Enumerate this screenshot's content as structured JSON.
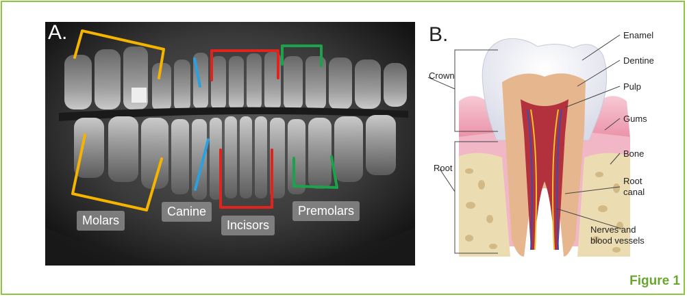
{
  "panels": {
    "a": {
      "letter": "A.",
      "labels": {
        "molars": "Molars",
        "canine": "Canine",
        "incisors": "Incisors",
        "premolars": "Premolars"
      }
    },
    "b": {
      "letter": "B.",
      "labels": {
        "crown": "Crown",
        "root": "Root",
        "enamel": "Enamel",
        "dentine": "Dentine",
        "pulp": "Pulp",
        "gums": "Gums",
        "bone": "Bone",
        "root_canal_1": "Root",
        "root_canal_2": "canal",
        "nerves_1": "Nerves and",
        "nerves_2": "blood vessels"
      }
    }
  },
  "figure_label": "Figure 1",
  "colors": {
    "border": "#8cc63f",
    "figure_label": "#6aa62f",
    "molar_bracket": "#f5b400",
    "canine_line": "#2aa0e0",
    "incisor_bracket": "#e0231c",
    "premolar_bracket": "#1aa34a"
  }
}
